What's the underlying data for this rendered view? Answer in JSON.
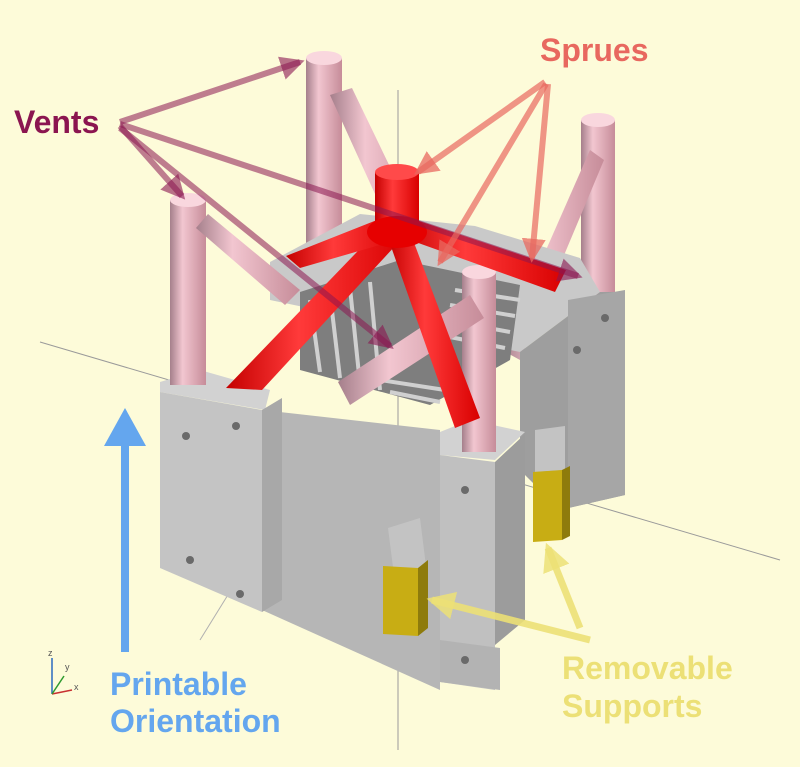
{
  "annotations": {
    "vents": {
      "text": "Vents",
      "color": "#8b1550"
    },
    "sprues": {
      "text": "Sprues",
      "color": "#e8685f"
    },
    "orientation": {
      "line1": "Printable",
      "line2": "Orientation",
      "color": "#64a6ee"
    },
    "supports": {
      "line1": "Removable",
      "line2": "Supports",
      "color": "#ece076"
    }
  },
  "axes_gizmo": {
    "x": "x",
    "y": "y",
    "z": "z"
  },
  "colors": {
    "background": "#fdfbd9",
    "block_light": "#c8c8c8",
    "block_mid": "#b4b4b4",
    "block_dark": "#9c9c9c",
    "sprue": "#ff1a1a",
    "vent": "#e3aebb",
    "support": "#c8ad14"
  }
}
